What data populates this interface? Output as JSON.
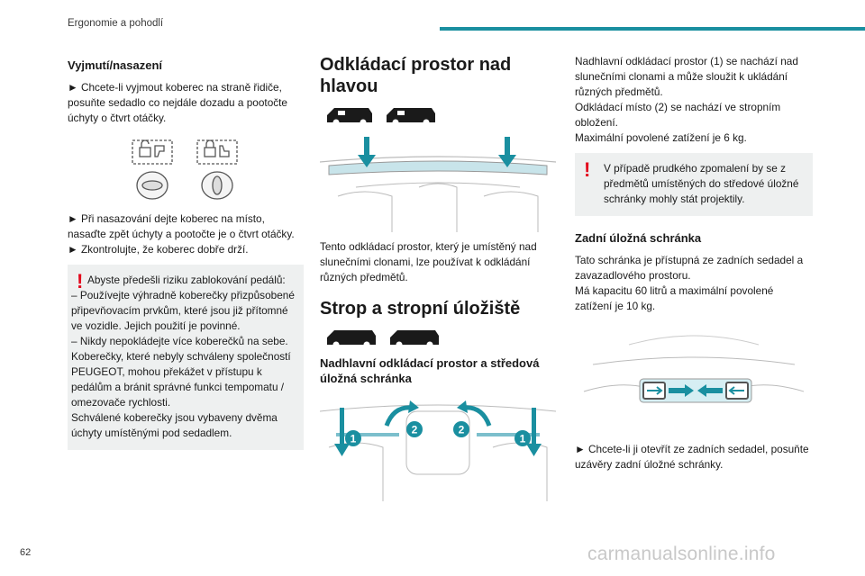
{
  "header": {
    "section": "Ergonomie a pohodlí",
    "accent": "#1a8fa0"
  },
  "col1": {
    "heading": "Vyjmutí/nasazení",
    "p1": "► Chcete-li vyjmout koberec na straně řidiče, posuňte sedadlo co nejdále dozadu a pootočte úchyty o čtvrt otáčky.",
    "p2": "► Při nasazování dejte koberec na místo, nasaďte zpět úchyty a pootočte je o čtvrt otáčky.",
    "p3": "► Zkontrolujte, že koberec dobře drží.",
    "warning": {
      "line1": "Abyste předešli riziku zablokování pedálů:",
      "line2": "– Používejte výhradně koberečky přizpůsobené připevňovacím prvkům, které jsou již přítomné ve vozidle. Jejich použití je povinné.",
      "line3": "– Nikdy nepokládejte více koberečků na sebe.",
      "line4": "Koberečky, které nebyly schváleny společností PEUGEOT, mohou překážet v přístupu k pedálům a bránit správné funkci tempomatu / omezovače rychlosti.",
      "line5": "Schválené koberečky jsou vybaveny dvěma úchyty umístěnými pod sedadlem."
    }
  },
  "col2": {
    "title1": "Odkládací prostor nad hlavou",
    "p1": "Tento odkládací prostor, který je umístěný nad slunečními clonami, lze používat k odkládání různých předmětů.",
    "title2": "Strop a stropní úložiště",
    "subheading": "Nadhlavní odkládací prostor a středová úložná schránka",
    "markers": [
      "1",
      "2",
      "2",
      "1"
    ]
  },
  "col3": {
    "p1": "Nadhlavní odkládací prostor (1) se nachází nad slunečními clonami a může sloužit k ukládání různých předmětů.",
    "p2": "Odkládací místo (2) se nachází ve stropním obložení.",
    "p3": "Maximální povolené zatížení je 6 kg.",
    "warning": "V případě prudkého zpomalení by se z předmětů umístěných do středové úložné schránky mohly stát projektily.",
    "heading2": "Zadní úložná schránka",
    "p4": "Tato schránka je přístupná ze zadních sedadel a zavazadlového prostoru.",
    "p5": "Má kapacitu 60 litrů a maximální povolené zatížení je 10 kg.",
    "p6": "► Chcete-li ji otevřít ze zadních sedadel, posuňte uzávěry zadní úložné schránky."
  },
  "footer": {
    "page": "62",
    "watermark": "carmanualsonline.info"
  },
  "colors": {
    "warning_red": "#e3051b",
    "teal": "#1a8fa0",
    "warning_bg": "#eef0f0"
  }
}
